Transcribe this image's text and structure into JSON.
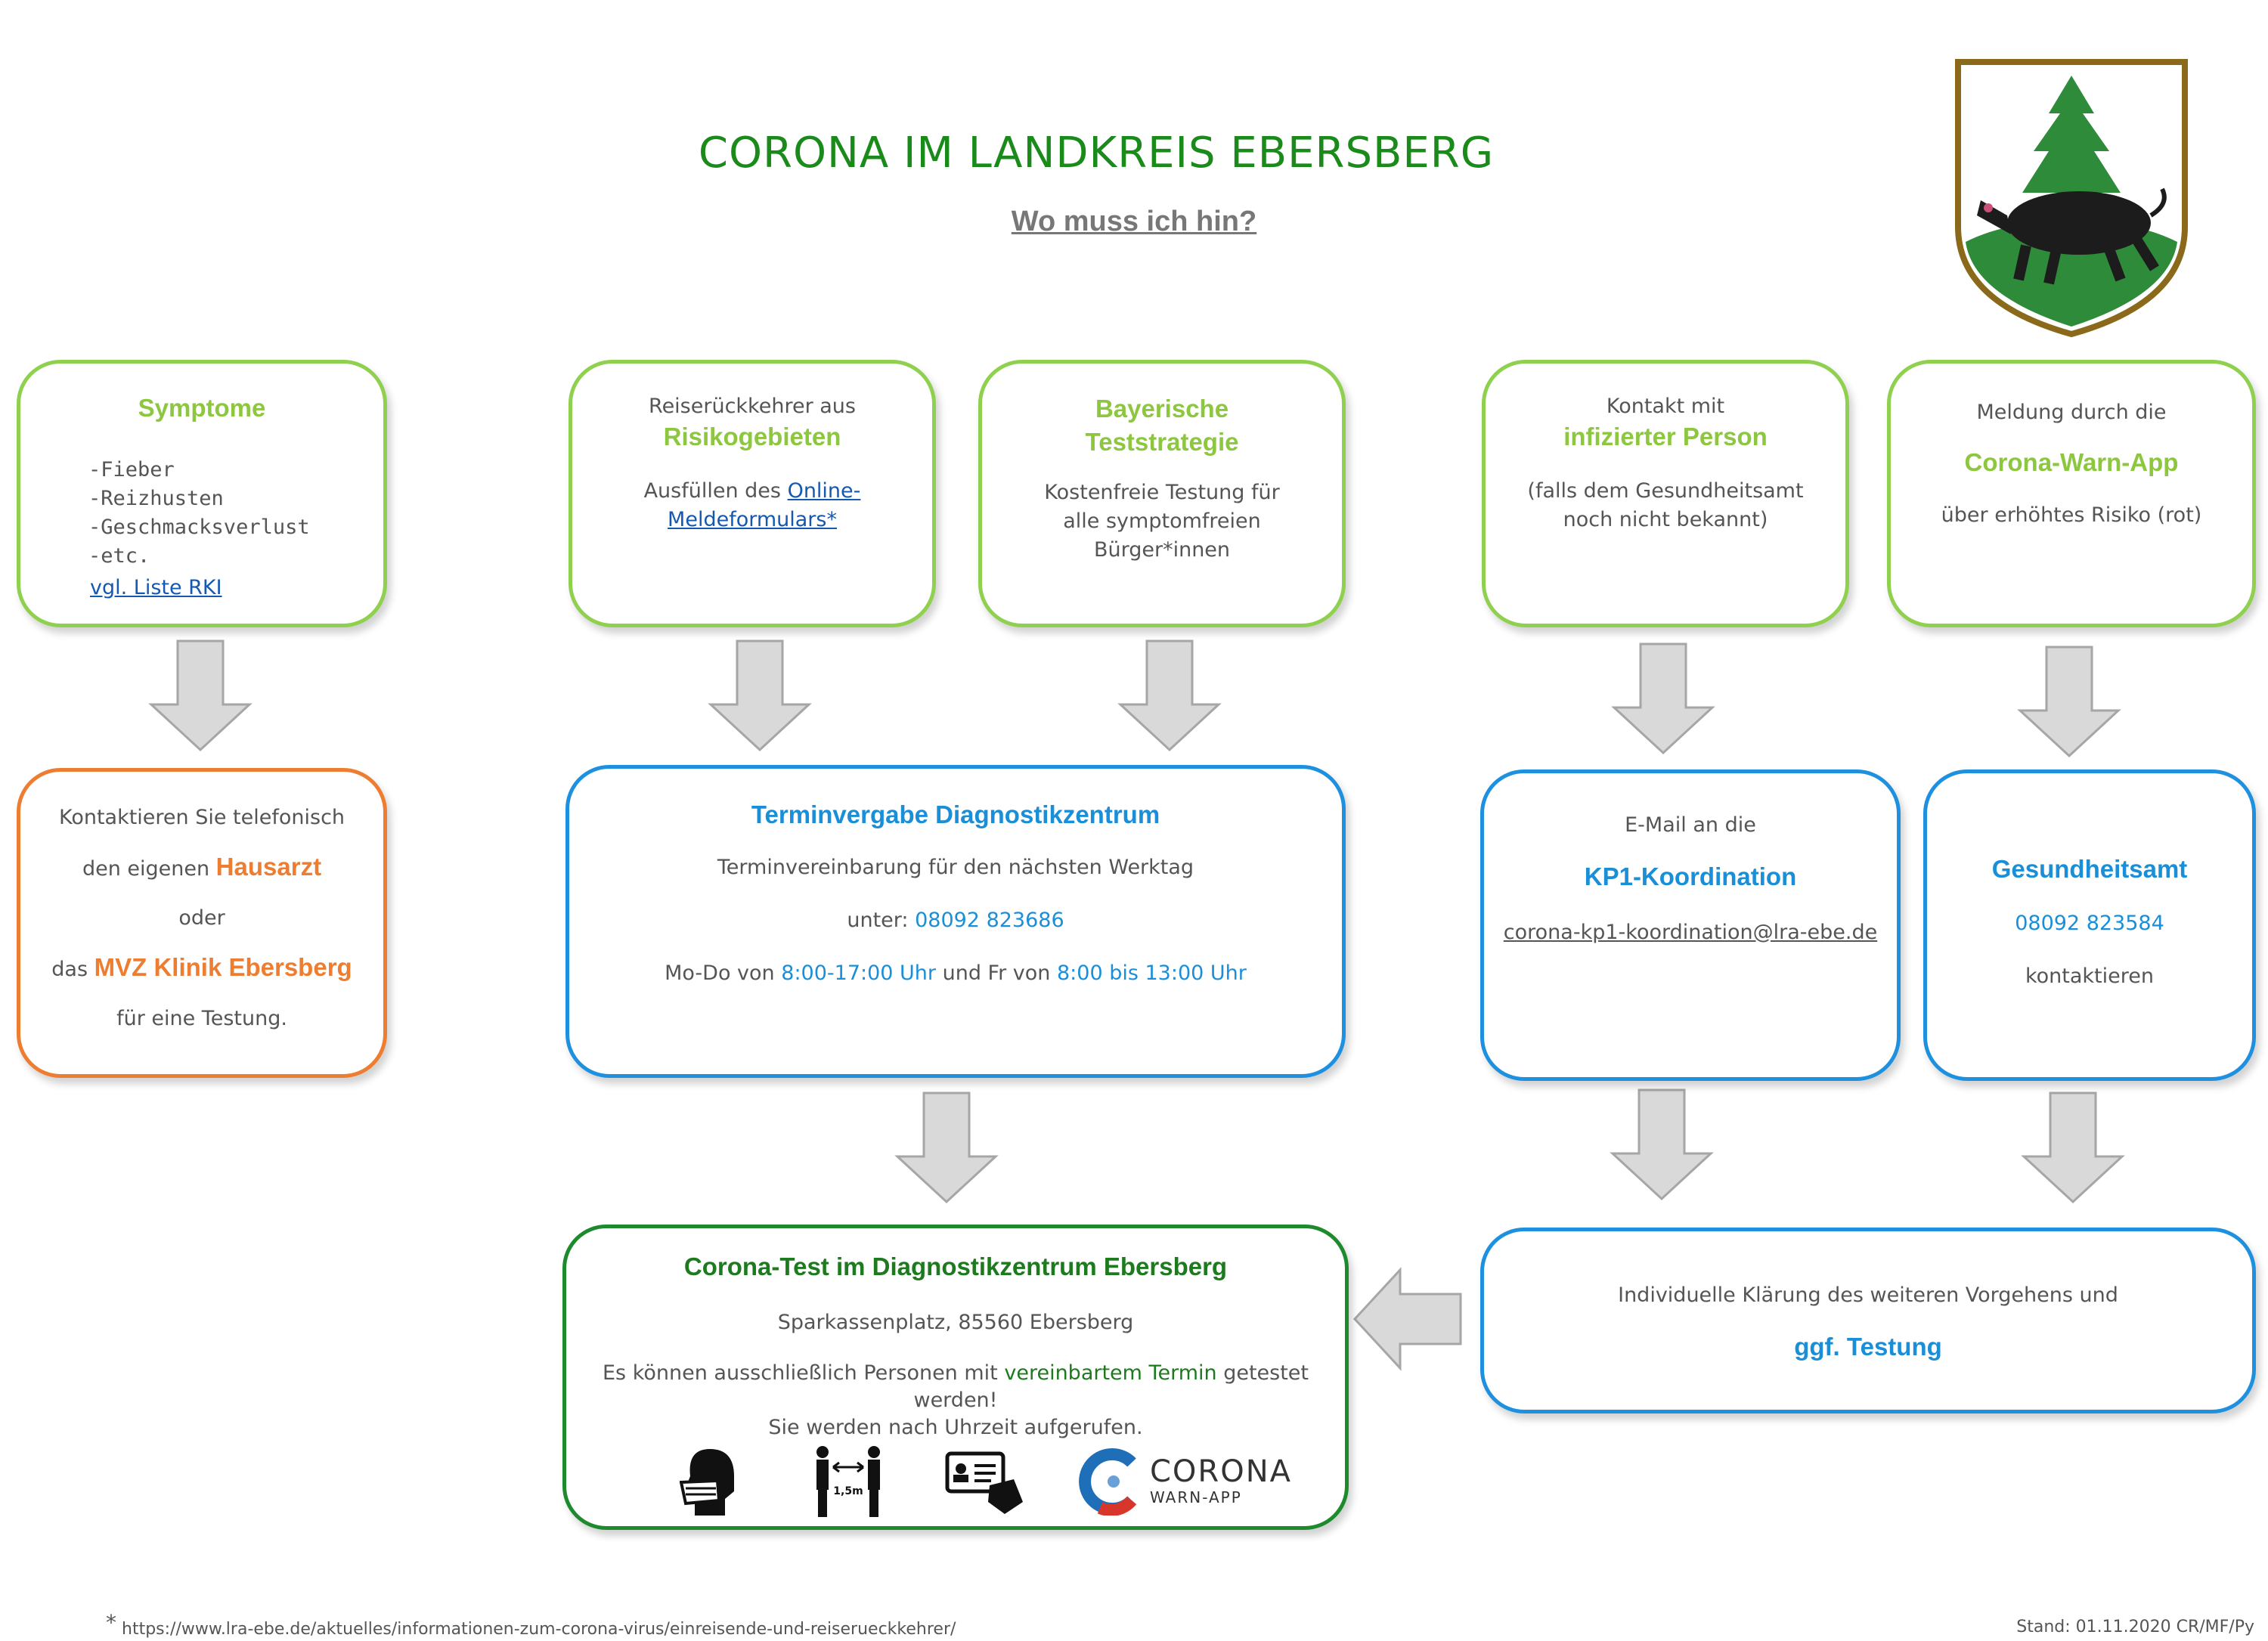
{
  "header": {
    "title": "CORONA IM LANDKREIS EBERSBERG",
    "subtitle": "Wo muss ich hin?"
  },
  "symptome": {
    "heading": "Symptome",
    "items": [
      "-Fieber",
      "-Reizhusten",
      "-Geschmacksverlust",
      "-etc."
    ],
    "link": "vgl. Liste RKI"
  },
  "reise": {
    "line1": "Reiserückkehrer aus",
    "heading": "Risikogebieten",
    "pre": "Ausfüllen des ",
    "link1": "Online-",
    "link2": "Meldeformulars*"
  },
  "bayern": {
    "heading1": "Bayerische",
    "heading2": "Teststrategie",
    "lines": [
      "Kostenfreie Testung für",
      "alle symptomfreien",
      "Bürger*innen"
    ]
  },
  "kontakt": {
    "line1": "Kontakt mit",
    "heading": "infizierter Person",
    "lines": [
      "(falls dem Gesundheitsamt",
      "noch nicht bekannt)"
    ]
  },
  "warnapp": {
    "line1": "Meldung durch die",
    "heading": "Corona-Warn-App",
    "line2": "über erhöhtes Risiko (rot)"
  },
  "hausarzt": {
    "line1": "Kontaktieren Sie telefonisch",
    "line2_pre": "den eigenen ",
    "line2_hl": "Hausarzt",
    "line3": "oder",
    "line4_pre": "das ",
    "line4_hl": "MVZ Klinik Ebersberg",
    "line5": "für eine Testung."
  },
  "termin": {
    "heading": "Terminvergabe Diagnostikzentrum",
    "line1": "Terminvereinbarung für den nächsten Werktag",
    "phone_pre": "unter: ",
    "phone": "08092 823686",
    "hours_pre": "Mo-Do von ",
    "hours1": "8:00-17:00 Uhr",
    "hours_mid": " und Fr von ",
    "hours2": "8:00 bis 13:00 Uhr"
  },
  "kp1": {
    "line1": "E-Mail an die",
    "heading": "KP1-Koordination",
    "email": "corona-kp1-koordination@lra-ebe.de"
  },
  "gesundheitsamt": {
    "heading": "Gesundheitsamt",
    "phone": "08092 823584",
    "line2": "kontaktieren"
  },
  "test": {
    "heading": "Corona-Test im Diagnostikzentrum Ebersberg",
    "address": "Sparkassenplatz, 85560 Ebersberg",
    "l1_pre": "Es können ausschließlich Personen mit ",
    "l1_hl": "vereinbartem Termin",
    "l1_post": " getestet",
    "l2": "werden!",
    "l3": "Sie werden nach Uhrzeit aufgerufen.",
    "distance": "1,5m",
    "app_name": "CORONA",
    "app_sub": "WARN-APP"
  },
  "klaerung": {
    "line1": "Individuelle Klärung des weiteren Vorgehens und",
    "heading": "ggf. Testung"
  },
  "footer": {
    "star": "*",
    "url": "https://www.lra-ebe.de/aktuelles/informationen-zum-corona-virus/einreisende-und-reiserueckkehrer/",
    "stand": "Stand: 01.11.2020 CR/MF/Py"
  },
  "colors": {
    "green": "#8dc63f",
    "orange": "#ed7d31",
    "blue": "#1a8fd8",
    "darkgreen": "#1e7a1e",
    "arrow": "#d9d9d9"
  }
}
